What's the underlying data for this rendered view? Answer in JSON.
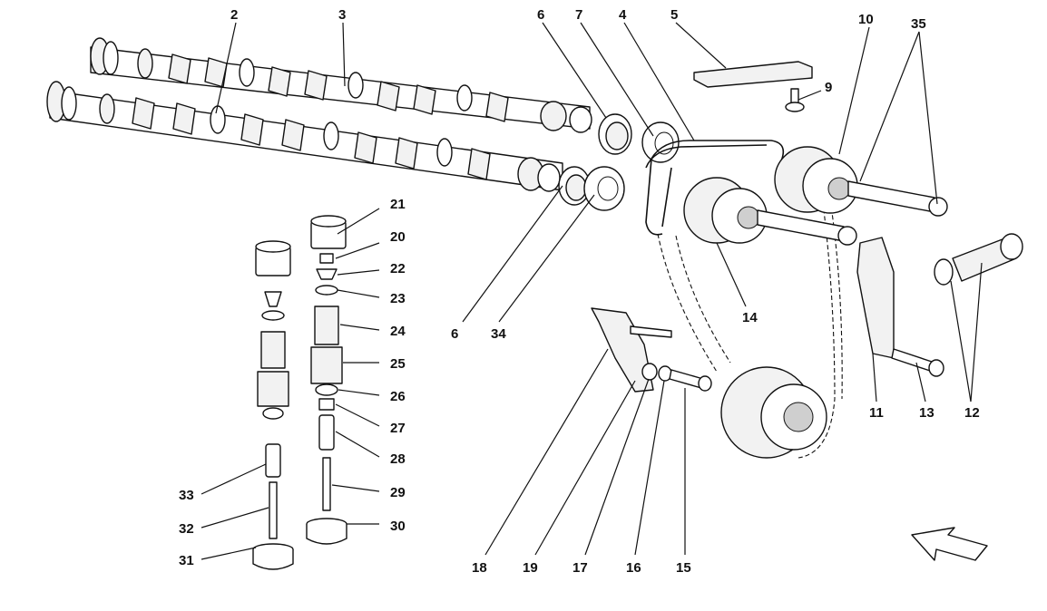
{
  "diagram": {
    "callouts": [
      "2",
      "3",
      "6",
      "7",
      "4",
      "5",
      "10",
      "35",
      "9",
      "21",
      "20",
      "22",
      "23",
      "24",
      "25",
      "26",
      "27",
      "28",
      "29",
      "30",
      "33",
      "32",
      "31",
      "6",
      "34",
      "14",
      "11",
      "13",
      "12",
      "18",
      "19",
      "17",
      "16",
      "15"
    ]
  },
  "colors": {
    "line": "#111111",
    "background": "#ffffff",
    "shade": "#cfcfcf"
  },
  "icons": {
    "orientation_arrow": "arrow-icon"
  }
}
